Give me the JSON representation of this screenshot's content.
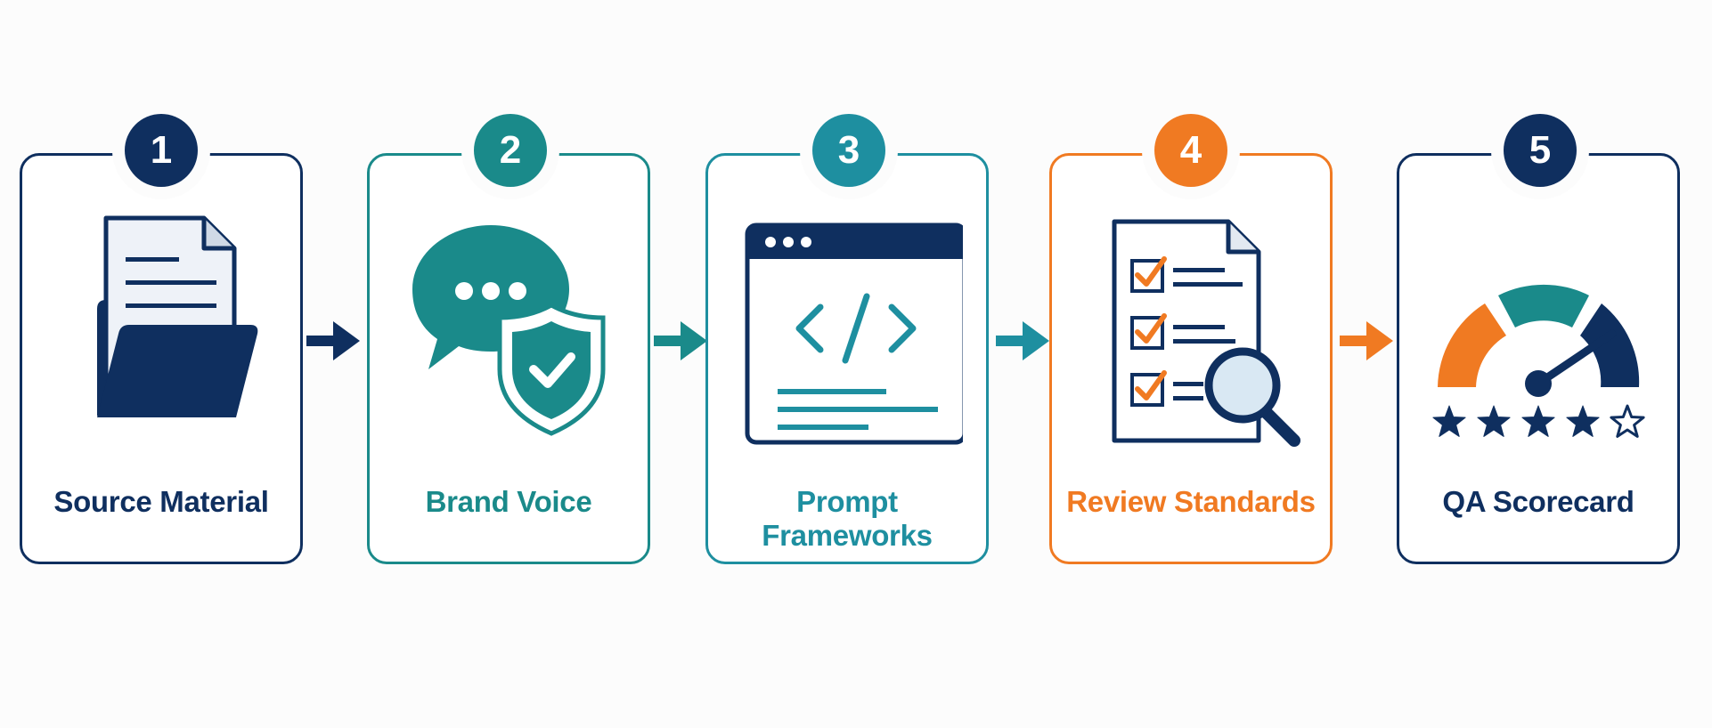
{
  "steps": [
    {
      "number": "1",
      "label": "Source Material",
      "icon": "folder-document-icon",
      "color": "#0f2f5f"
    },
    {
      "number": "2",
      "label": "Brand Voice",
      "icon": "chat-shield-icon",
      "color": "#1a8a8a"
    },
    {
      "number": "3",
      "label": "Prompt Frameworks",
      "icon": "code-window-icon",
      "color": "#1e8fa0"
    },
    {
      "number": "4",
      "label": "Review Standards",
      "icon": "checklist-magnifier-icon",
      "color": "#f07a22"
    },
    {
      "number": "5",
      "label": "QA Scorecard",
      "icon": "gauge-rating-icon",
      "color": "#0f2f5f"
    }
  ],
  "scorecard": {
    "rating": 4,
    "max_rating": 5
  },
  "palette": {
    "navy": "#0f2f5f",
    "teal": "#1a8a8a",
    "teal_blue": "#1e8fa0",
    "orange": "#f07a22"
  }
}
